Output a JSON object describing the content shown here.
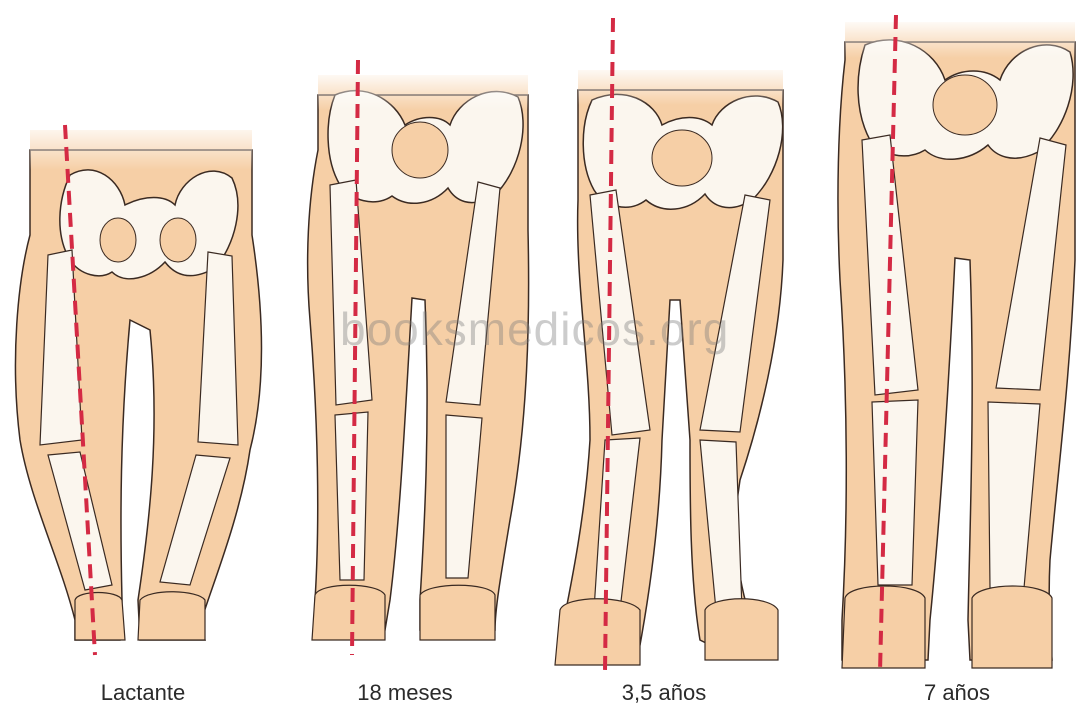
{
  "stages": [
    {
      "label": "Lactante"
    },
    {
      "label": "18 meses"
    },
    {
      "label": "3,5 años"
    },
    {
      "label": "7 años"
    }
  ],
  "watermark": "booksmedicos.org",
  "colors": {
    "skin": "#f6cfa6",
    "bone": "#fbf6ee",
    "outline": "#3a2a22",
    "axis_line": "#d42a44"
  }
}
